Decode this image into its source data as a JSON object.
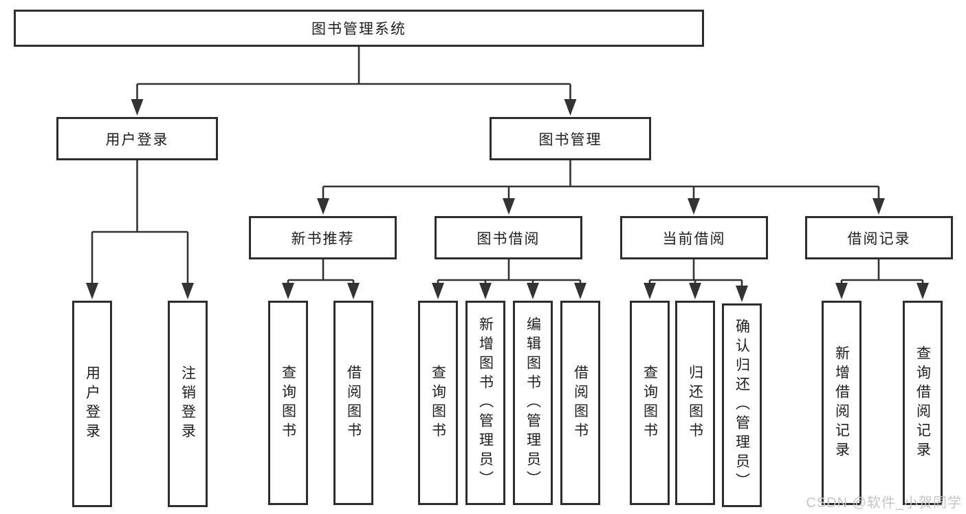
{
  "tree": {
    "root": "图书管理系统",
    "l2": [
      "用户登录",
      "图书管理"
    ],
    "l3": [
      "新书推荐",
      "图书借阅",
      "当前借阅",
      "借阅记录"
    ],
    "leaves_user_login": [
      "用户登录",
      "注销登录"
    ],
    "leaves_new_book": [
      "查询图书",
      "借阅图书"
    ],
    "leaves_book_borrow": [
      "查询图书",
      "新增图书（管理员）",
      "编辑图书（管理员）",
      "借阅图书"
    ],
    "leaves_current_borrow": [
      "查询图书",
      "归还图书",
      "确认归还（管理员）"
    ],
    "leaves_borrow_record": [
      "新增借阅记录",
      "查询借阅记录"
    ]
  },
  "watermark": "CSDN @软件_小贺同学",
  "colors": {
    "line": "#333333",
    "border": "#2d2d2d",
    "text": "#1e1e1e",
    "watermark": "#c4c4cb",
    "background": "#ffffff"
  }
}
